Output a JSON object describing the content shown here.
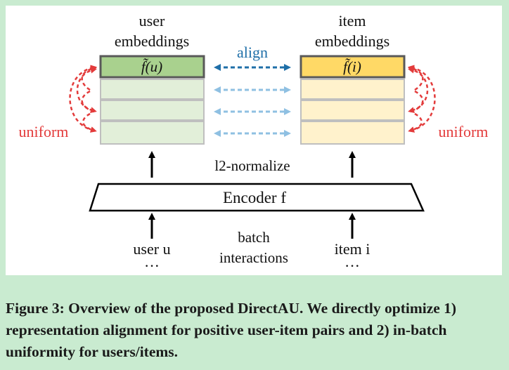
{
  "diagram": {
    "user_header_line1": "user",
    "user_header_line2": "embeddings",
    "item_header_line1": "item",
    "item_header_line2": "embeddings",
    "user_top_label": "f̃(u)",
    "item_top_label": "f̃(i)",
    "align_label": "align",
    "uniform_left": "uniform",
    "uniform_right": "uniform",
    "normalize_label": "l2-normalize",
    "encoder_label": "Encoder f",
    "user_input": "user u",
    "item_input": "item i",
    "batch_line1": "batch",
    "batch_line2": "interactions",
    "ellipsis": "···",
    "colors": {
      "user_top": "#a9d18e",
      "user_rows": "#e2efd9",
      "item_top": "#ffd966",
      "item_rows": "#fff2cc",
      "align_dark": "#1f6fa8",
      "align_light": "#8fc0e2",
      "uniform": "#e33b3b",
      "panel_bg": "#c9ebd0"
    }
  },
  "caption": "Figure 3: Overview of the proposed DirectAU. We directly optimize 1) representation alignment for positive user-item pairs and 2) in-batch uniformity for users/items."
}
